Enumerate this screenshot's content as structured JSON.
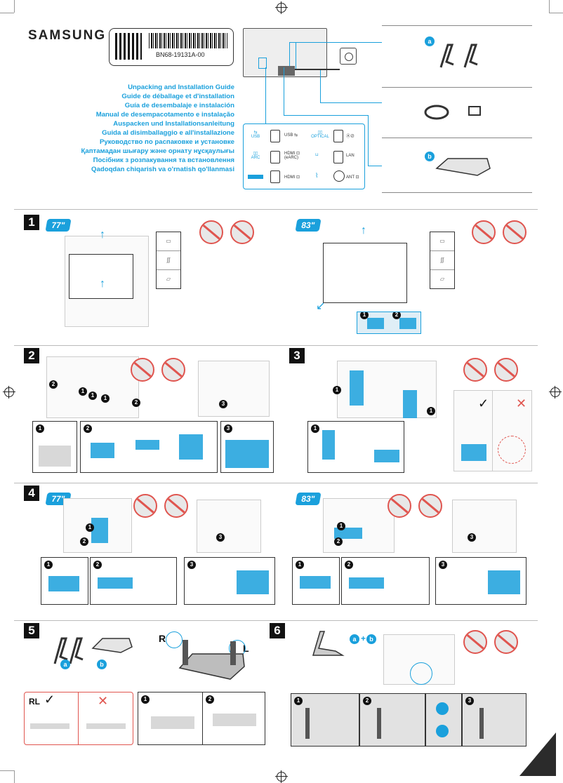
{
  "brand": "SAMSUNG",
  "part_number": "BN68-19131A-00",
  "guide_titles": [
    "Unpacking and Installation Guide",
    "Guide de déballage et d'installation",
    "Guía de desembalaje e instalación",
    "Manual de desempacotamento e instalação",
    "Auspacken und Installationsanleitung",
    "Guida al disimballaggio e all'installazione",
    "Руководство по распаковке и установке",
    "Қаптамадан шығару және орнату нұсқаулығы",
    "Посібник з розпакування та встановлення",
    "Qadoqdan chiqarish va o'rnatish qo'llanmasi"
  ],
  "ports": [
    {
      "label": "USB",
      "name": "USB ⇆"
    },
    {
      "label": "OPTICAL",
      "name": "Ⓐ⊘"
    },
    {
      "label": "ARC",
      "name": "HDMI ⊡ (eARC)"
    },
    {
      "label": "",
      "name": "LAN"
    },
    {
      "label": "",
      "name": "HDMI ⊡"
    },
    {
      "label": "",
      "name": "ANT ⊡"
    }
  ],
  "part_labels": {
    "a": "a",
    "b": "b",
    "plus": "a + b"
  },
  "steps": {
    "s1": "1",
    "s2": "2",
    "s3": "3",
    "s4": "4",
    "s5": "5",
    "s6": "6",
    "size77": "77\"",
    "size83": "83\""
  },
  "sub_numbers": [
    "1",
    "2",
    "3"
  ],
  "stand_letters": {
    "r": "R",
    "l": "L",
    "rl": "RL"
  },
  "marks": {
    "ok": "✓",
    "no": "✕"
  },
  "colors": {
    "accent": "#1aa0dc",
    "warning": "#e0554f",
    "text": "#111111"
  }
}
